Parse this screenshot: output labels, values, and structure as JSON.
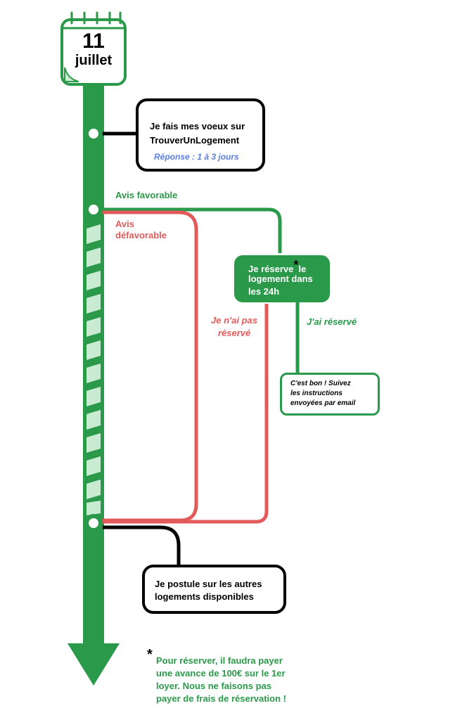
{
  "calendar": {
    "day": "11",
    "month": "juillet"
  },
  "steps": {
    "wishes": {
      "line1": "Je fais mes voeux sur",
      "line2": "TrouverUnLogement",
      "response": "Réponse : 1 à 3 jours"
    },
    "favorable": "Avis favorable",
    "unfavorable": {
      "line1": "Avis",
      "line2": "défavorable"
    },
    "reserve": {
      "line1": "Je réserve",
      "asterisk": "*",
      "line1_end": "le",
      "line2": "logement dans",
      "line3": "les 24h"
    },
    "not_reserved": {
      "line1": "Je n'ai pas",
      "line2": "réservé"
    },
    "reserved": "J'ai réservé",
    "confirmation": {
      "line1": "C'est bon ! Suivez",
      "line2": "les instructions",
      "line3": "envoyées par email"
    },
    "apply_other": {
      "line1": "Je postule sur les autres",
      "line2": "logements disponibles"
    }
  },
  "footnote": {
    "asterisk": "*",
    "line1": "Pour réserver, il faudra payer",
    "line2": "une avance de 100€ sur le 1er",
    "line3": "loyer. Nous ne faisons pas",
    "line4": "payer de frais de réservation !"
  },
  "colors": {
    "green": "#2a9a4a",
    "light_green": "#c8ebd2",
    "red": "#e35a5a",
    "blue": "#5b7fe0",
    "black": "#000000"
  },
  "icons": {
    "calendar": "calendar-icon",
    "arrow": "arrow-down-icon"
  }
}
